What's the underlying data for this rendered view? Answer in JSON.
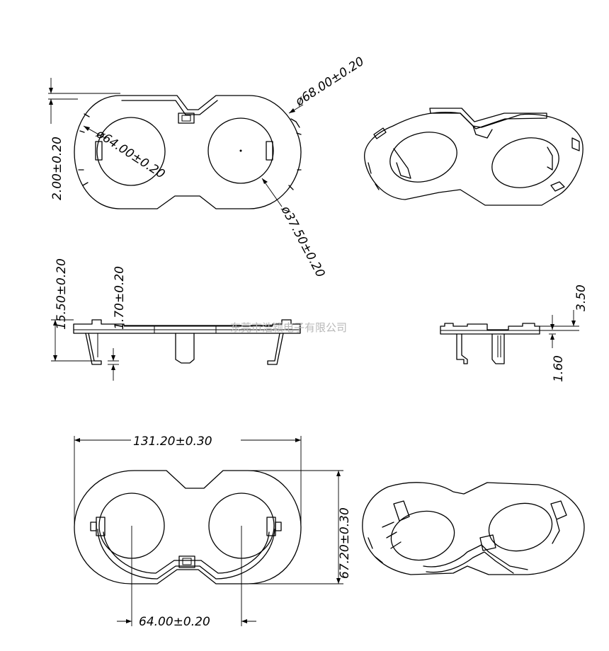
{
  "dimensions": {
    "outer_diameter": "ø68.00±0.20",
    "inner_diameter_left": "ø64.00±0.20",
    "hole_diameter": "ø37.50±0.20",
    "rim_thickness": "2.00±0.20",
    "total_height": "15.50±0.20",
    "flange_thickness": "1.70±0.20",
    "side_height_upper": "3.50",
    "side_height_lower": "1.60",
    "overall_length": "131.20±0.30",
    "overall_width": "67.20±0.30",
    "hole_spacing": "64.00±0.20"
  },
  "watermark": "东莞市浩颖电子有限公司",
  "colors": {
    "line": "#000000",
    "background": "#ffffff",
    "watermark": "#b8b8b8"
  }
}
